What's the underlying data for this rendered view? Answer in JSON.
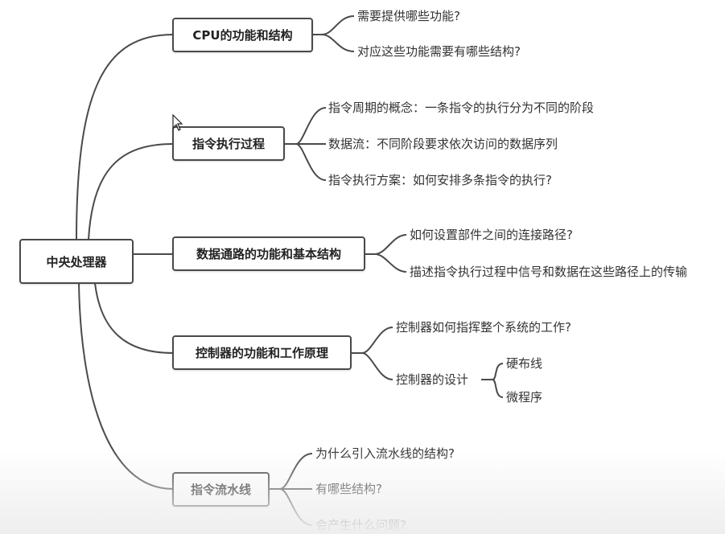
{
  "root": "中央处理器",
  "branches": [
    {
      "label": "CPU的功能和结构",
      "children": [
        "需要提供哪些功能?",
        "对应这些功能需要有哪些结构?"
      ]
    },
    {
      "label": "指令执行过程",
      "children": [
        "指令周期的概念：一条指令的执行分为不同的阶段",
        "数据流：不同阶段要求依次访问的数据序列",
        "指令执行方案：如何安排多条指令的执行?"
      ]
    },
    {
      "label": "数据通路的功能和基本结构",
      "children": [
        "如何设置部件之间的连接路径?",
        "描述指令执行过程中信号和数据在这些路径上的传输"
      ]
    },
    {
      "label": "控制器的功能和工作原理",
      "children": [
        "控制器如何指挥整个系统的工作?",
        "控制器的设计"
      ],
      "subchildren": [
        "硬布线",
        "微程序"
      ]
    },
    {
      "label": "指令流水线",
      "children": [
        "为什么引入流水线的结构?",
        "有哪些结构?",
        "会产生什么问题?"
      ]
    }
  ],
  "colors": {
    "line": "#4a4a4a",
    "border": "#4a4a4a",
    "text": "#333333"
  }
}
